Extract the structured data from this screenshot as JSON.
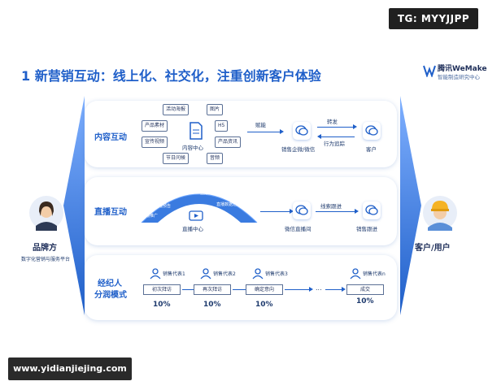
{
  "watermark_tg": "TG: MYYJJPP",
  "title": "1 新营销互动：线上化、社交化，注重创新客户体验",
  "logo": {
    "name": "腾讯WeMake",
    "subtitle": "智能制造研究中心"
  },
  "left_actor": {
    "name": "品牌方",
    "subtitle": "数字化营销与服务平台"
  },
  "right_actor": {
    "name": "客户/用户"
  },
  "rows": {
    "content": {
      "label": "内容互动",
      "chips": [
        "活动海报",
        "图片",
        "产品素材",
        "H5",
        "宣传视频",
        "产品资讯",
        "节日问候",
        "音频"
      ],
      "center": "内容中心",
      "enable": "赋能",
      "forward": "转发",
      "track": "行为追踪",
      "sales_node": "销售企微/微信",
      "customer_node": "客户"
    },
    "live": {
      "label": "直播互动",
      "arch_labels": [
        "直播预告",
        "直播执行",
        "直播数据分析",
        "直播数据汇总",
        "直播推广"
      ],
      "center": "直播中心",
      "lead": "线索跟进",
      "wechat_live": "微信直播间",
      "sales_follow": "销售跟进"
    },
    "agent": {
      "label_line1": "经纪人",
      "label_line2": "分润模式",
      "reps": [
        {
          "name": "销售代表1",
          "step": "初次拜访",
          "pct": "10%"
        },
        {
          "name": "销售代表2",
          "step": "再次拜访",
          "pct": "10%"
        },
        {
          "name": "销售代表3",
          "step": "确定意向",
          "pct": "10%"
        },
        {
          "name": "销售代表n",
          "step": "成交",
          "pct": "10%"
        }
      ],
      "ellipsis": "..."
    }
  },
  "url_badge": "www.yidianjiejing.com"
}
